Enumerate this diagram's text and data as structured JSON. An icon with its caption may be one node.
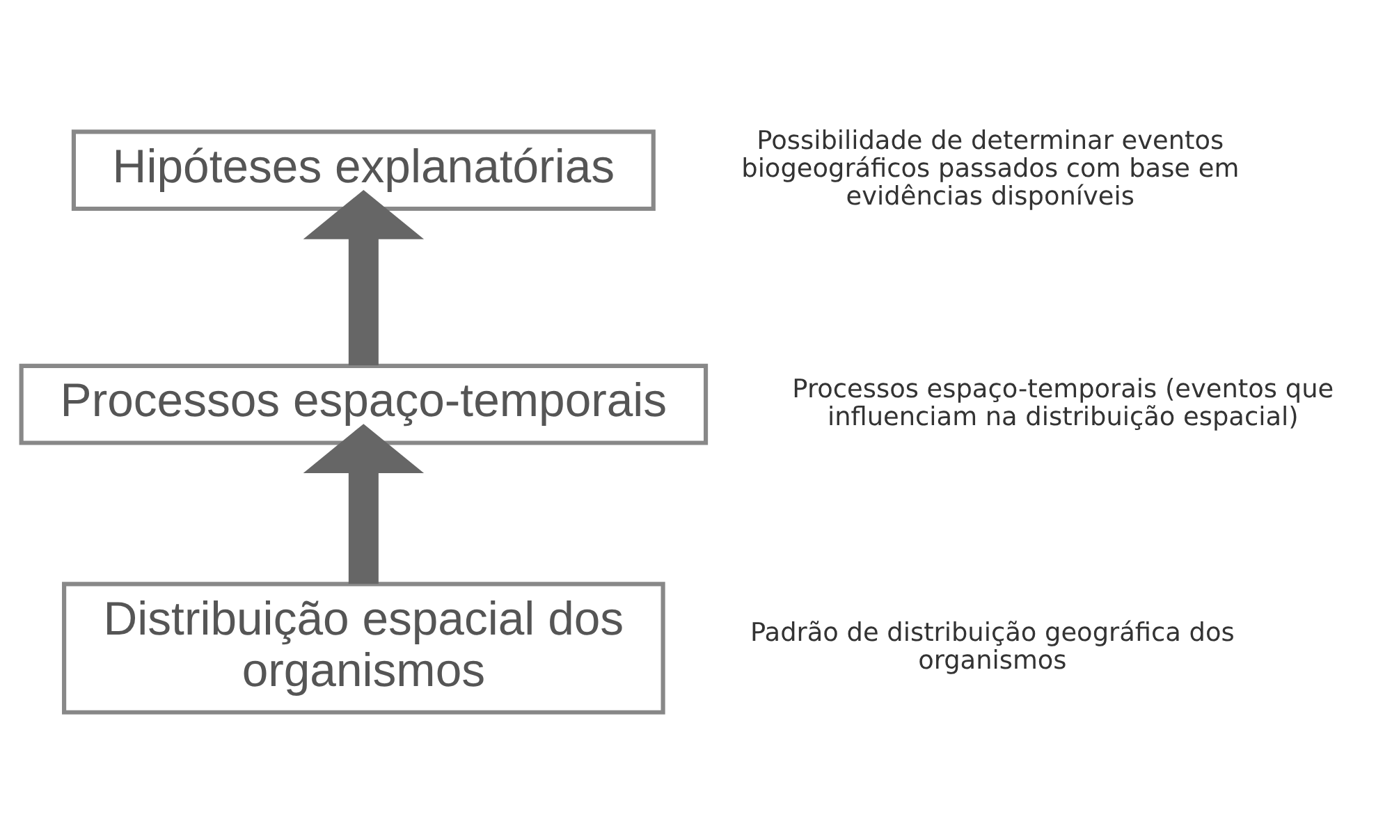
{
  "diagram": {
    "nodes": [
      {
        "text": [
          "Hipóteses explanatórias"
        ],
        "beside": [
          "Possibilidade de determinar eventos biogeográficos passados com base em evidências disponíveis"
        ]
      },
      {
        "text": [
          "Processos espaço-temporais"
        ],
        "beside": [
          "Processos espaço-temporais (eventos que influenciam na distribuição espacial)"
        ]
      },
      {
        "text": [
          "Distribuição espacial dos organismos"
        ],
        "beside": [
          "Padrão de distribuição geográfica dos organismos"
        ]
      }
    ],
    "edges": [
      {
        "from": 2,
        "to": 1,
        "arrow": "to"
      },
      {
        "from": 1,
        "to": 0,
        "arrow": "to"
      }
    ]
  }
}
